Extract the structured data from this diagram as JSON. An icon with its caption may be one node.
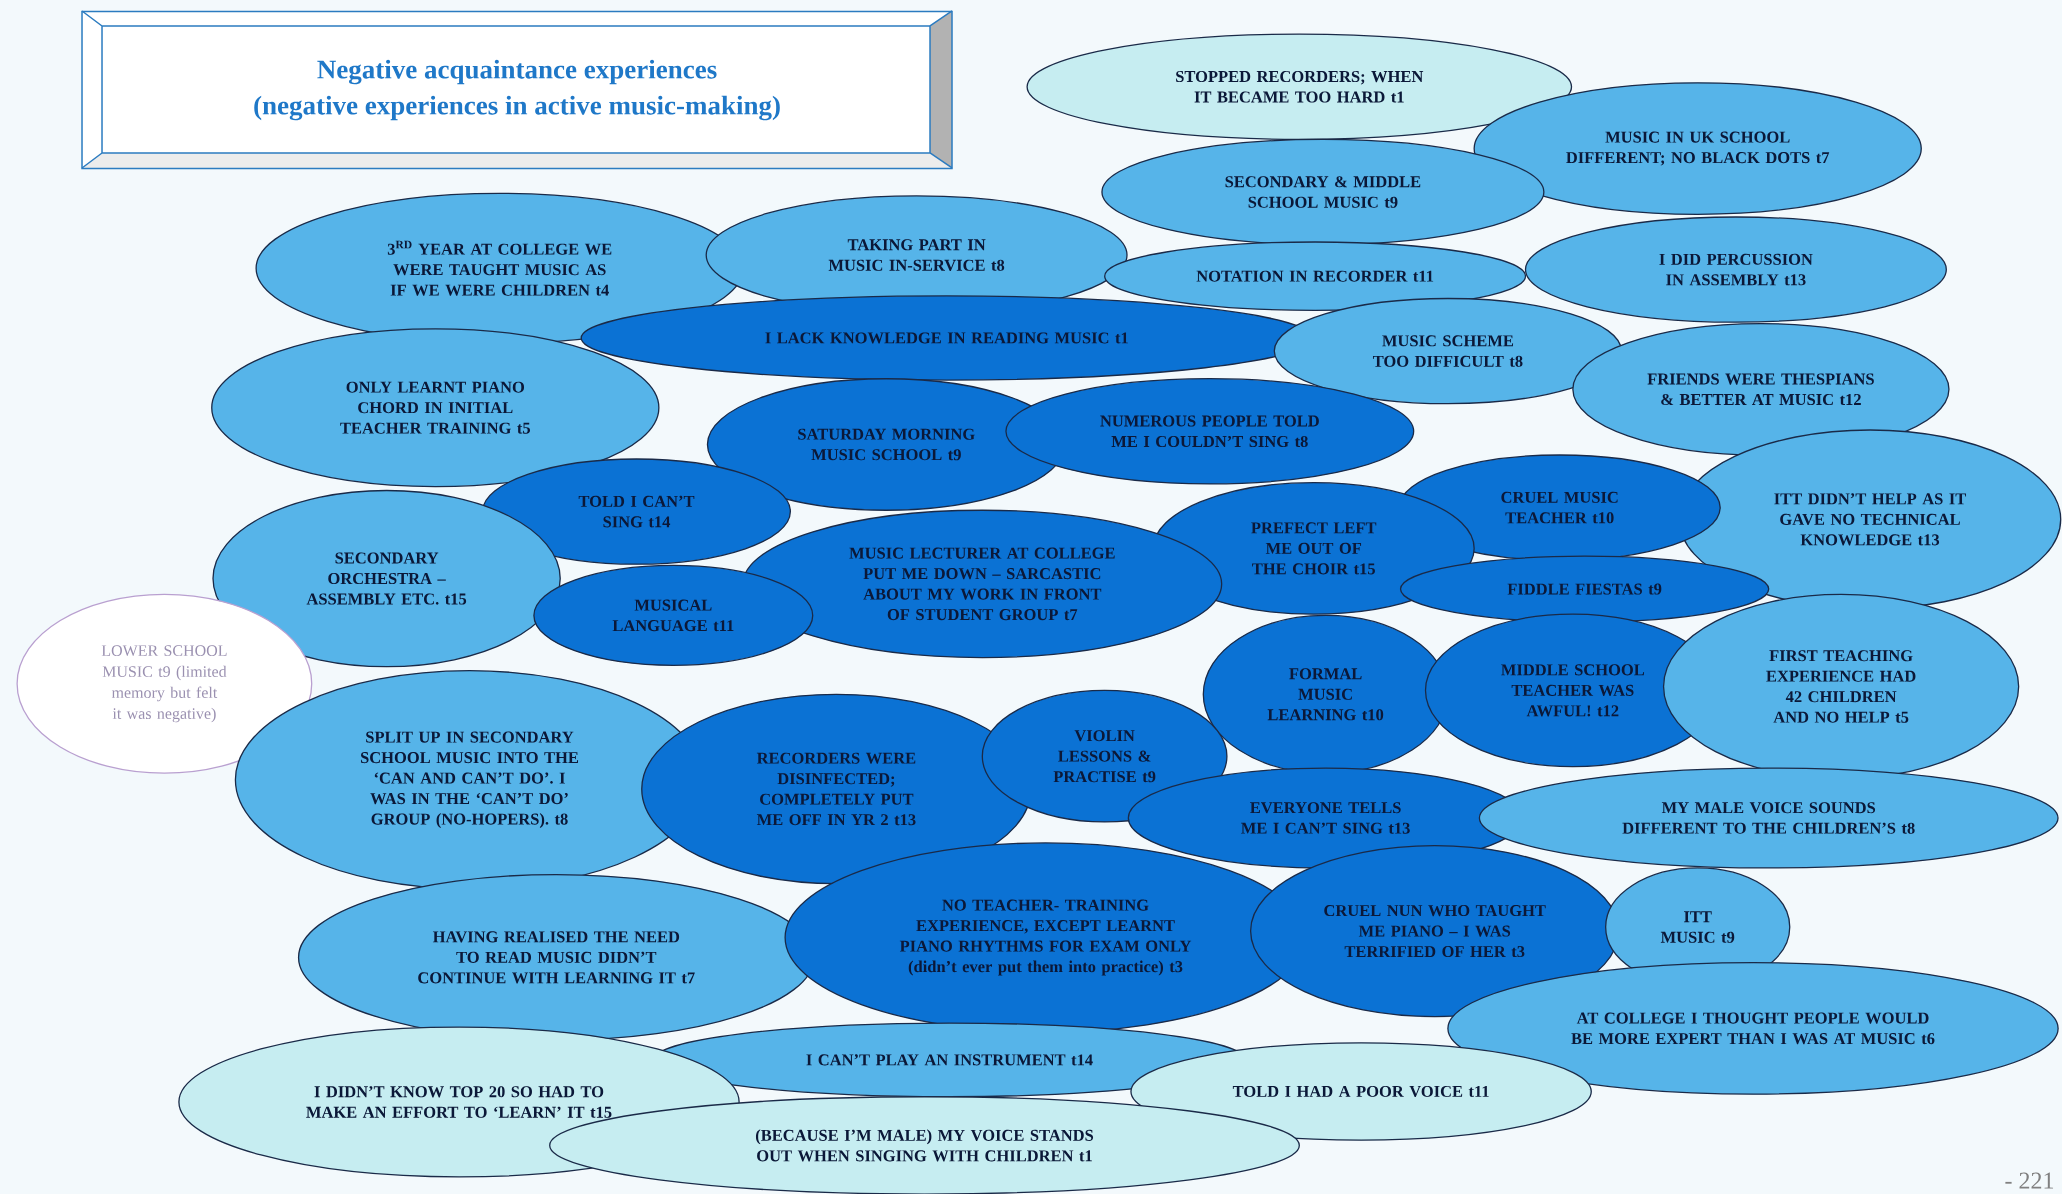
{
  "diagram": {
    "nodes": [
      {
        "text": [
          "Negative acquaintance experiences",
          "(negative experiences in active music-making)"
        ]
      },
      {
        "text": [
          "STOPPED RECORDERS; WHEN IT BECAME TOO HARD t1"
        ]
      },
      {
        "text": [
          "MUSIC IN UK SCHOOL DIFFERENT; NO BLACK DOTS t7"
        ]
      },
      {
        "text": [
          "SECONDARY & MIDDLE SCHOOL MUSIC t9"
        ]
      },
      {
        "text": [
          "\\mathbf{3}^{\\mathbf{RD}}",
          "YEAR AT COLLEGE WE WERE TAUGHT MUSIC AS IF WE WERE CHILDREN t4"
        ]
      },
      {
        "text": [
          "TAKING PART IN MUSIC IN-SERVICE t8"
        ]
      },
      {
        "text": [
          "NOTATION IN RECORDER t11"
        ]
      },
      {
        "text": [
          "I DID PERCUSSION IN ASSEMBLY t13"
        ]
      },
      {
        "text": [
          "I LACK KNOWLEDGE IN READING MUSIC t1"
        ]
      },
      {
        "text": [
          "MUSIC SCHEME TOO DIFFICULT t8"
        ]
      },
      {
        "text": [
          "ONLY LEARNT PIANO CHORD IN INITIAL TEACHER TRAINING t5"
        ]
      },
      {
        "text": [
          "FRIENDS WERE THESPIANS & BETTER AT MUSIC t12"
        ]
      },
      {
        "text": [
          "SATURDAY MORNING MUSIC SCHOOL t9"
        ]
      },
      {
        "text": [
          "NUMEROUS PEOPLE TOLD ME I COULDN’T SING t8"
        ]
      },
      {
        "text": [
          "ITT DIDN’T HELP AS IT GAVE NO TECHNICAL KNOWLEDGE t13"
        ]
      },
      {
        "text": [
          "TOLD I CAN’T SING t14"
        ]
      },
      {
        "text": [
          "CRUEL MUSIC TEACHER t10"
        ]
      },
      {
        "text": [
          "SECONDARY ORCHESTRA – ASSEMBLY ETC. t15"
        ]
      },
      {
        "text": [
          "PREFECT LEFT ME OUT OF THE CHOIR t15"
        ]
      },
      {
        "text": [
          "MUSIC LECTURER AT COLLEGE PUT ME DOWN – SARCASTIC ABOUT MY WORK IN FRONT OF STUDENT GROUP t7"
        ]
      },
      {
        "text": [
          "FIDDLE FIESTAS t9"
        ]
      },
      {
        "text": [
          "MUSICAL LANGUAGE t11"
        ]
      },
      {
        "text": [
          "LOWER SCHOOL MUSIC t9 (limited memory but felt it was negative)"
        ]
      },
      {
        "text": [
          "FORMAL MUSIC LEARNING t10"
        ]
      },
      {
        "text": [
          "MIDDLE SCHOOL TEACHER WAS AWFUL! t12"
        ]
      },
      {
        "text": [
          "FIRST TEACHING EXPERIENCE HAD 42 CHILDREN AND NO HELP t5"
        ]
      },
      {
        "text": [
          "SPLIT UP IN SECONDARY SCHOOL MUSIC INTO THE ‘CAN AND CAN’T DO’. I WAS IN THE ‘CAN’T DO’ GROUP (NO-HOPERS). t8"
        ]
      },
      {
        "text": [
          "RECORDERS WERE DISINFECTED; COMPLETELY PUT ME OFF IN YR 2 t13"
        ]
      },
      {
        "text": [
          "VIOLIN LESSONS & PRACTISE t9"
        ]
      },
      {
        "text": [
          "EVERYONE TELLS ME I CAN’T SING t13"
        ]
      },
      {
        "text": [
          "MY MALE VOICE SOUNDS DIFFERENT TO THE CHILDREN’S t8"
        ]
      },
      {
        "text": [
          "HAVING REALISED THE NEED TO READ MUSIC DIDN’T CONTINUE WITH LEARNING IT t7"
        ]
      },
      {
        "text": [
          "NO TEACHER- TRAINING EXPERIENCE, EXCEPT LEARNT PIANO RHYTHMS FOR EXAM ONLY (didn’t ever put them into practice) t3"
        ]
      },
      {
        "text": [
          "CRUEL NUN WHO TAUGHT ME PIANO – I WAS TERRIFIED OF HER t3"
        ]
      },
      {
        "text": [
          "ITT MUSIC t9"
        ]
      },
      {
        "text": [
          "AT COLLEGE I THOUGHT PEOPLE WOULD BE MORE EXPERT THAN I WAS AT MUSIC t6"
        ]
      },
      {
        "text": [
          "I CAN’T PLAY AN INSTRUMENT t14"
        ]
      },
      {
        "text": [
          "I DIDN’T KNOW TOP 20 SO HAD TO MAKE AN EFFORT TO ‘LEARN’ IT t15"
        ]
      },
      {
        "text": [
          "TOLD I HAD A POOR VOICE t11"
        ]
      },
      {
        "text": [
          "(BECAUSE I’M MALE) MY VOICE STANDS OUT WHEN SINGING WITH CHILDREN t1"
        ]
      }
    ],
    "labels": [
      "- 221"
    ]
  }
}
